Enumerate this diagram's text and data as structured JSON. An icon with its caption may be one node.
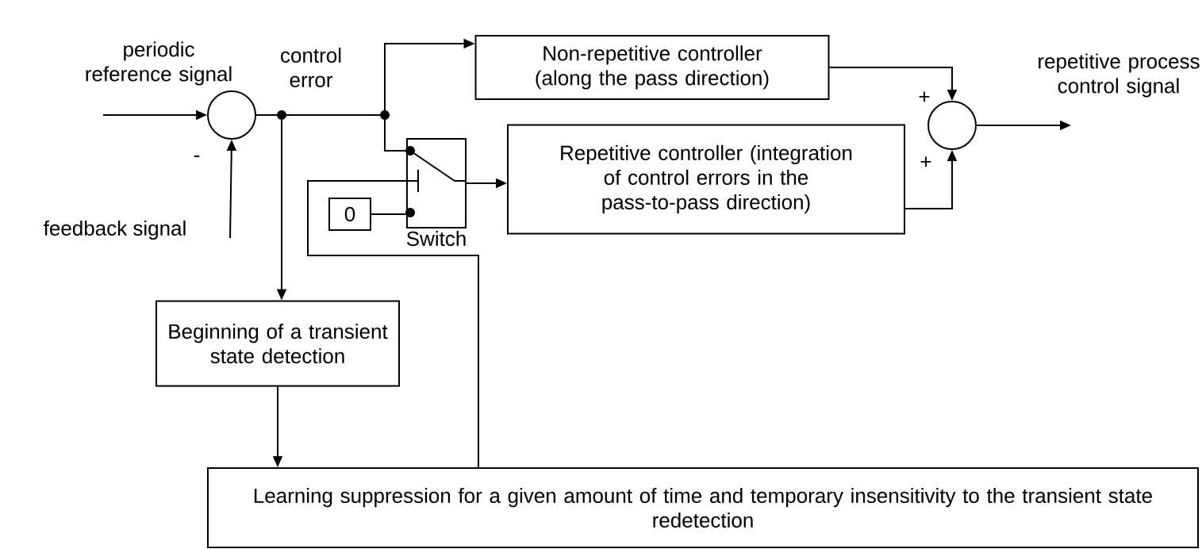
{
  "diagram": {
    "nodes": [
      {
        "text": [],
        "shape": "circle"
      },
      {
        "text": [
          "Non-repetitive controller (along the pass direction)"
        ]
      },
      {
        "text": [
          "Repetitive controller (integration of control errors in the pass-to-pass direction)"
        ]
      },
      {
        "text": [],
        "shape": "circle"
      },
      {
        "text": [
          "Switch"
        ]
      },
      {
        "text": [
          "0"
        ]
      },
      {
        "text": [
          "Beginning of a transient state detection"
        ]
      },
      {
        "text": [
          "Learning suppression for a given amount of time and temporary insensitivity to the transient state redetection"
        ]
      }
    ],
    "edges": [
      {
        "from": null,
        "to": 0,
        "arrow": "to"
      },
      {
        "from": null,
        "to": 0,
        "arrow": "to"
      },
      {
        "from": 0,
        "to": 1,
        "arrow": "to"
      },
      {
        "from": 0,
        "to": 4,
        "arrow": "none"
      },
      {
        "from": 4,
        "to": 2,
        "arrow": "to"
      },
      {
        "from": 5,
        "to": 4,
        "arrow": "none"
      },
      {
        "from": 0,
        "to": 6,
        "arrow": "to"
      },
      {
        "from": 6,
        "to": 7,
        "arrow": "to"
      },
      {
        "from": 7,
        "to": 4,
        "arrow": "none"
      },
      {
        "from": 1,
        "to": 3,
        "arrow": "to"
      },
      {
        "from": 2,
        "to": 3,
        "arrow": "to"
      },
      {
        "from": 3,
        "to": null,
        "arrow": "to"
      }
    ],
    "labels": [
      "periodic reference signal",
      "control error",
      "repetitive process control signal",
      "+",
      "-",
      "+",
      "feedback signal"
    ]
  }
}
